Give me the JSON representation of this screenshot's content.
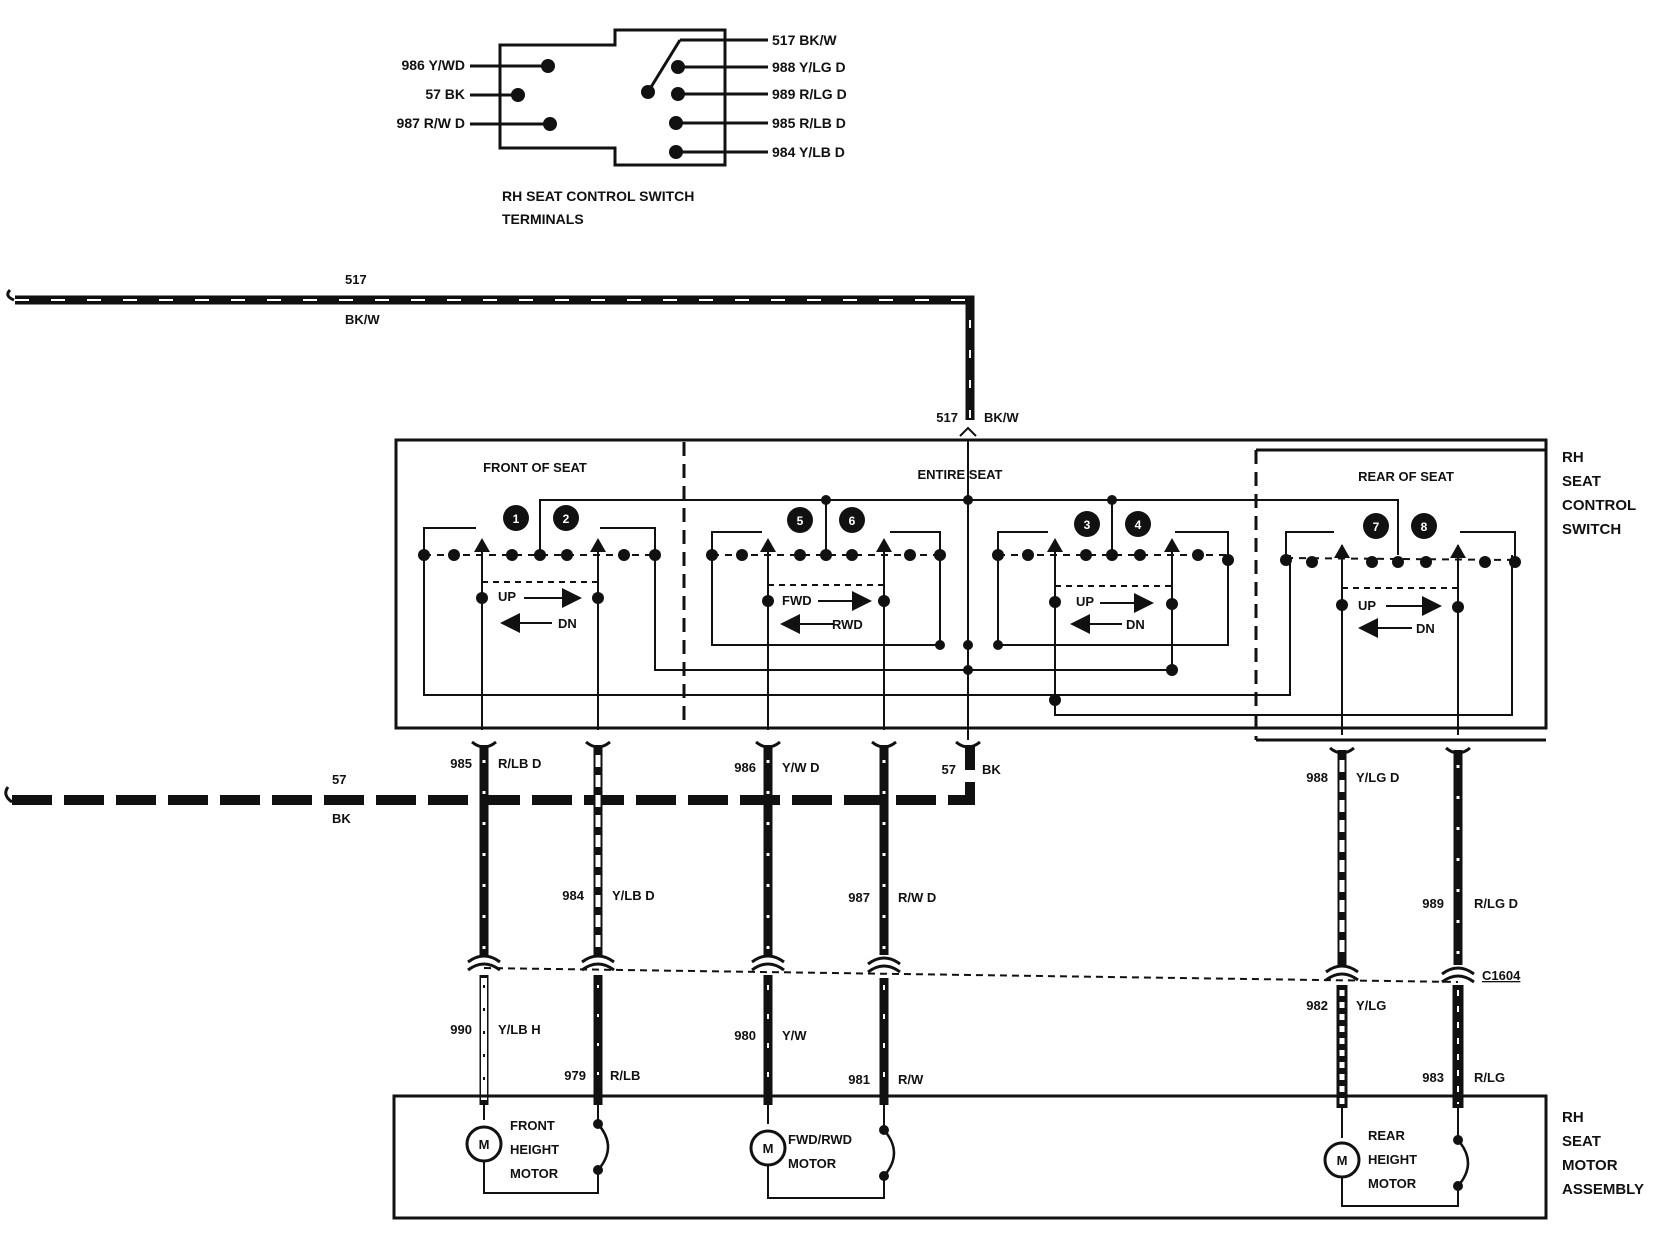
{
  "terminals": {
    "title_line1": "RH SEAT CONTROL SWITCH",
    "title_line2": "TERMINALS",
    "left": [
      "986 Y/WD",
      "57 BK",
      "987 R/W D"
    ],
    "right": [
      "517 BK/W",
      "988 Y/LG D",
      "989 R/LG D",
      "985 R/LB D",
      "984 Y/LB D"
    ]
  },
  "feed": {
    "top_circuit": "517",
    "top_color": "BK/W",
    "top_entry_label": "517",
    "top_entry_color": "BK/W",
    "bottom_circuit": "57",
    "bottom_color": "BK"
  },
  "switch": {
    "section_front": "FRONT OF SEAT",
    "section_entire": "ENTIRE SEAT",
    "section_rear": "REAR OF SEAT",
    "label_line1": "RH",
    "label_line2": "SEAT",
    "label_line3": "CONTROL",
    "label_line4": "SWITCH",
    "contact_numbers": [
      "1",
      "2",
      "5",
      "6",
      "3",
      "4",
      "7",
      "8"
    ],
    "dir_front_up": "UP",
    "dir_front_dn": "DN",
    "dir_fwd": "FWD",
    "dir_rwd": "RWD",
    "dir_mid_up": "UP",
    "dir_mid_dn": "DN",
    "dir_rear_up": "UP",
    "dir_rear_dn": "DN"
  },
  "wires_upper": [
    {
      "circuit": "985",
      "color": "R/LB D"
    },
    {
      "circuit": "984",
      "color": "Y/LB D"
    },
    {
      "circuit": "986",
      "color": "Y/W D"
    },
    {
      "circuit": "987",
      "color": "R/W D"
    },
    {
      "circuit": "57",
      "color": "BK"
    },
    {
      "circuit": "988",
      "color": "Y/LG D"
    },
    {
      "circuit": "989",
      "color": "R/LG D"
    }
  ],
  "connector": "C1604",
  "wires_lower": [
    {
      "circuit": "990",
      "color": "Y/LB H"
    },
    {
      "circuit": "979",
      "color": "R/LB"
    },
    {
      "circuit": "980",
      "color": "Y/W"
    },
    {
      "circuit": "981",
      "color": "R/W"
    },
    {
      "circuit": "982",
      "color": "Y/LG"
    },
    {
      "circuit": "983",
      "color": "R/LG"
    }
  ],
  "motors": {
    "front_line1": "FRONT",
    "front_line2": "HEIGHT",
    "front_line3": "MOTOR",
    "fwdrwd_line1": "FWD/RWD",
    "fwdrwd_line2": "MOTOR",
    "rear_line1": "REAR",
    "rear_line2": "HEIGHT",
    "rear_line3": "MOTOR",
    "motor_symbol": "M",
    "assembly_line1": "RH",
    "assembly_line2": "SEAT",
    "assembly_line3": "MOTOR",
    "assembly_line4": "ASSEMBLY"
  }
}
